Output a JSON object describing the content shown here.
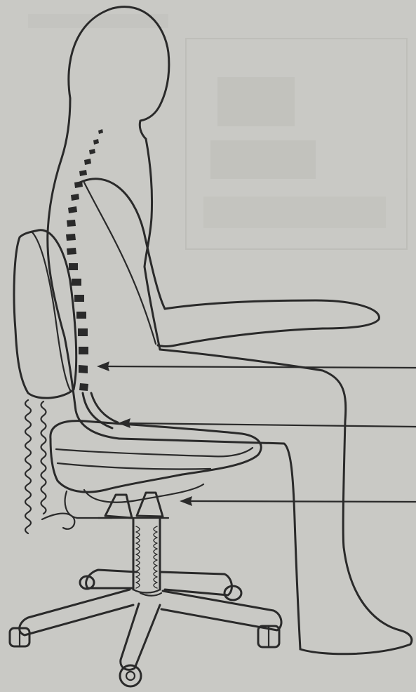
{
  "colors": {
    "paper": "#c9c9c5",
    "ink": "#2a2a2a",
    "bleed_through": "#b6b6b1"
  },
  "figure": {
    "subject": "seated-figure-on-ergonomic-chair",
    "pointer_arrows": [
      "lumbar-support-arrow",
      "seat-pelvis-arrow",
      "tilt-mechanism-arrow"
    ]
  }
}
